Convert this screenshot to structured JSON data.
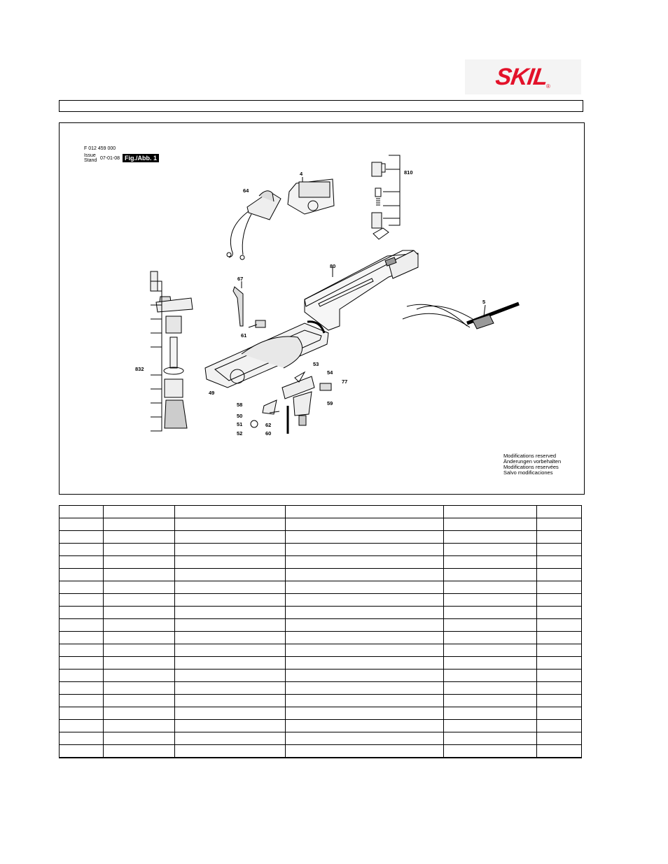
{
  "brand": {
    "logo_text": "SKIL",
    "registered_mark": "®",
    "accent_color": "#e3122a"
  },
  "figure": {
    "part_number": "F 012 459 000",
    "issue_label_1": "Issue",
    "issue_label_2": "Stand",
    "issue_date": "07-01-08",
    "fig_tag": "Fig./Abb. 1",
    "callouts": {
      "c4": "4",
      "c64": "64",
      "c810": "810",
      "c80": "80",
      "c67": "67",
      "c5": "5",
      "c61": "61",
      "c832": "832",
      "c53": "53",
      "c54": "54",
      "c77": "77",
      "c49": "49",
      "c58": "58",
      "c59": "59",
      "c50": "50",
      "c51": "51",
      "c62": "62",
      "c52": "52",
      "c60": "60"
    },
    "notes": [
      "Modifications reserved",
      "Änderungen vorbehalten",
      "Modifications reservées",
      "Salvo modificaciones"
    ]
  },
  "parts_table": {
    "rows": 20,
    "cols": 6
  }
}
